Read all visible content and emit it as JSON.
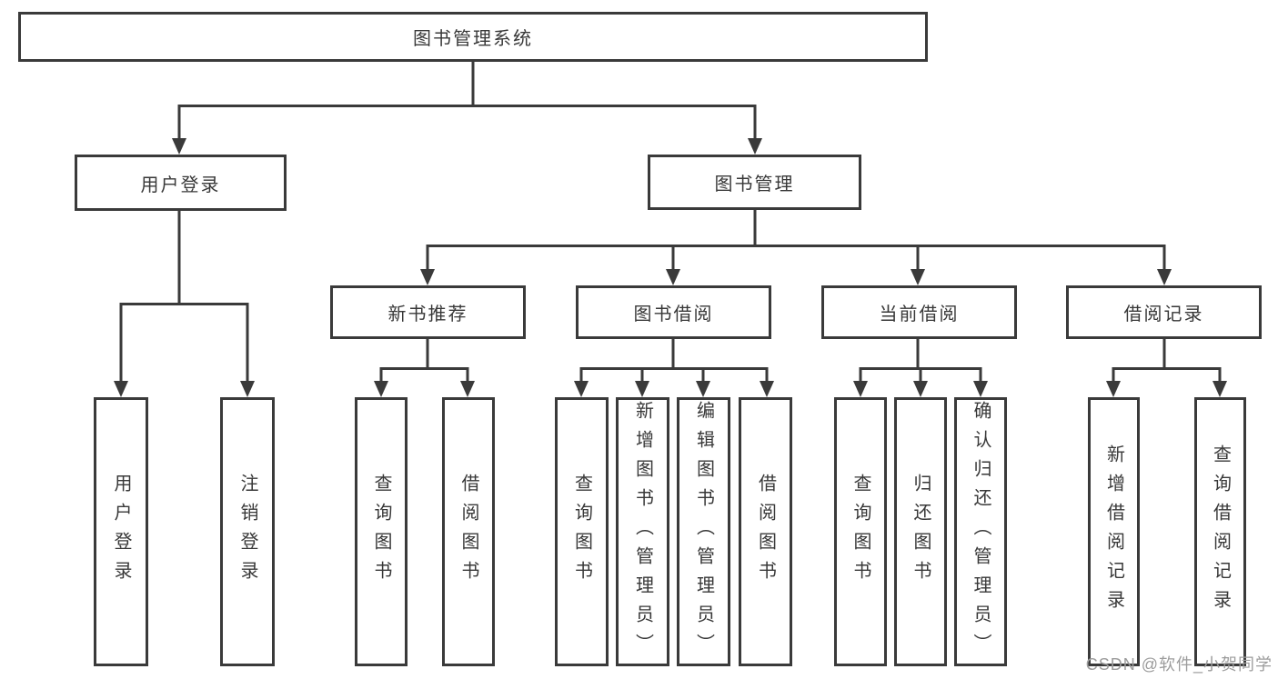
{
  "diagram": {
    "root": "图书管理系统",
    "level2": [
      "用户登录",
      "图书管理"
    ],
    "level3": [
      "新书推荐",
      "图书借阅",
      "当前借阅",
      "借阅记录"
    ],
    "leaves": {
      "user_login": [
        "用户登录",
        "注销登录"
      ],
      "new_book": [
        "查询图书",
        "借阅图书"
      ],
      "book_borrow": [
        "查询图书",
        "新增图书（管理员）",
        "编辑图书（管理员）",
        "借阅图书"
      ],
      "current_borrow": [
        "查询图书",
        "归还图书",
        "确认归还（管理员）"
      ],
      "borrow_record": [
        "新增借阅记录",
        "查询借阅记录"
      ]
    }
  },
  "watermark": {
    "text": "CSDN @软件_小贺同学"
  },
  "colors": {
    "line": "#3a3a3a",
    "box_border": "#3a3a3a",
    "text": "#383838",
    "watermark": "#9c9c9c",
    "background": "#ffffff"
  }
}
